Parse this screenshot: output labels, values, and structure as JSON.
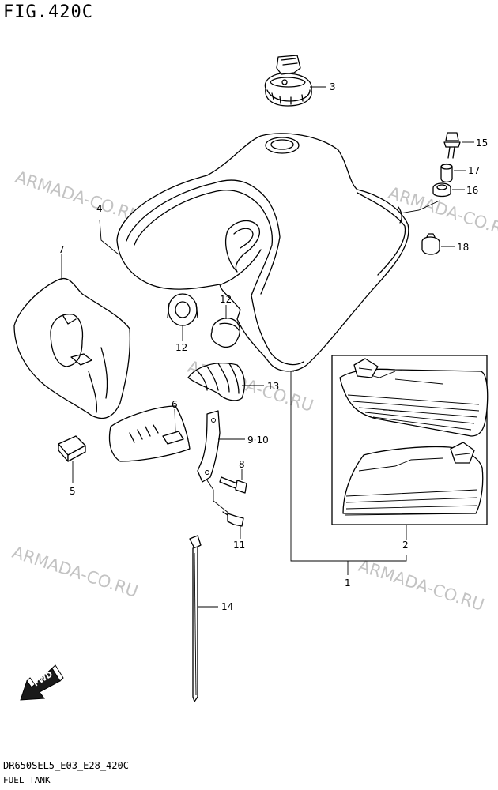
{
  "figure": {
    "title": "FIG.420C",
    "model_code": "DR650SEL5_E03_E28_420C",
    "section_name": "FUEL TANK"
  },
  "watermark": "ARMADA-CO.RU",
  "arrow_label": "FWD",
  "callouts": [
    "1",
    "2",
    "3",
    "4",
    "5",
    "7",
    "6",
    "8",
    "9·10",
    "11",
    "12",
    "12",
    "13",
    "14",
    "15",
    "16",
    "17",
    "18"
  ],
  "colors": {
    "line": "#000000",
    "watermark": "#b9b9b9",
    "background": "#ffffff"
  }
}
